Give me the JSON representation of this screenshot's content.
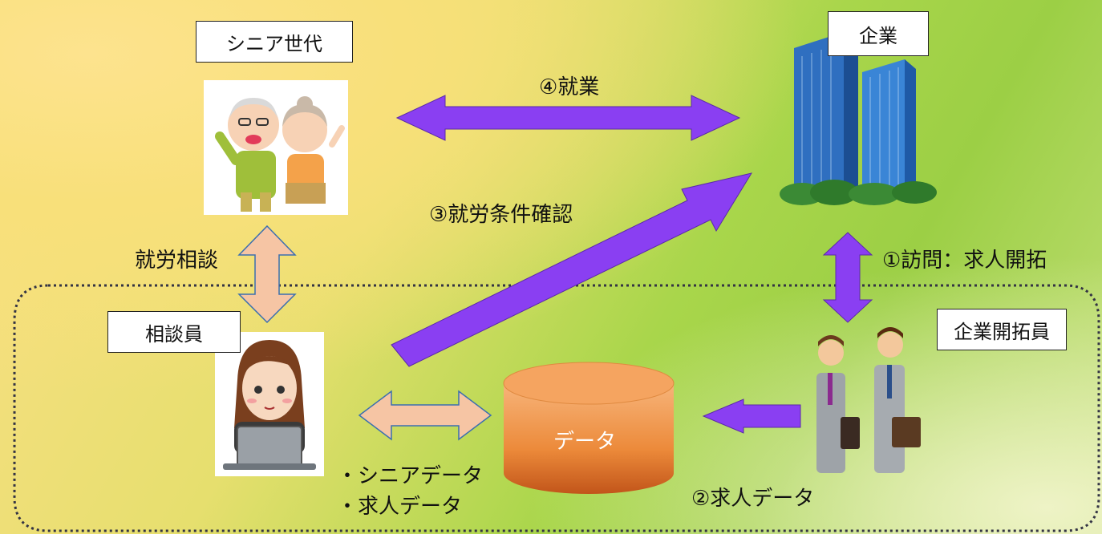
{
  "labels": {
    "senior": "シニア世代",
    "company": "企業",
    "counselor": "相談員",
    "developer": "企業開拓員"
  },
  "arrows": {
    "employment": "④就業",
    "conditions": "③就労条件確認",
    "consultation": "就労相談",
    "visit": "①訪問：求人開拓",
    "job_data": "②求人データ"
  },
  "database": {
    "label": "データ"
  },
  "data_items": [
    "・シニアデータ",
    "・求人データ"
  ],
  "colors": {
    "purple_arrow": "#8a3ff2",
    "salmon_arrow": "#f6c5a4",
    "db_top": "#f5a460",
    "db_bottom": "#c85a1e"
  }
}
